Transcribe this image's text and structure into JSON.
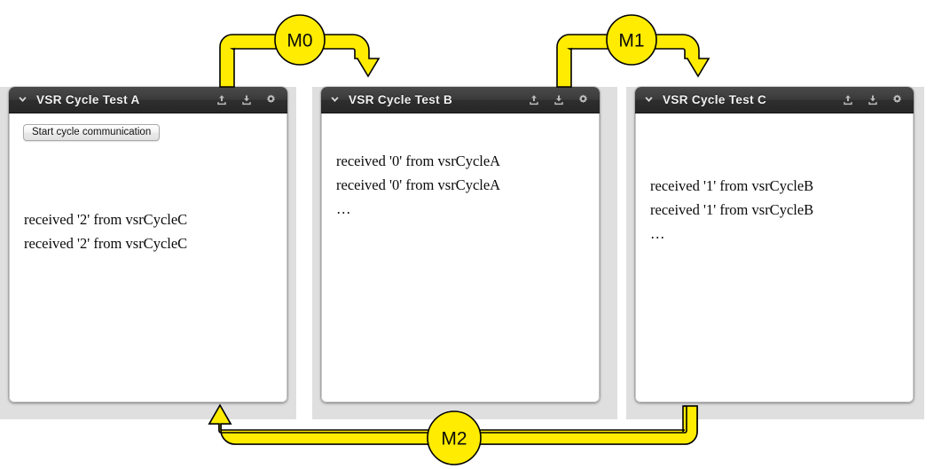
{
  "page": {
    "background_color": "#ffffff",
    "panel_backing_color": "#dfdfdf",
    "accent_color": "#ffec00",
    "header_text_color": "#f2f2f2"
  },
  "panels": [
    {
      "id": "a",
      "title": "VSR Cycle Test A",
      "collapse_icon": "chevron-down-icon",
      "header_icons": [
        "upload-icon",
        "download-icon",
        "gear-icon"
      ],
      "button": {
        "label": "Start cycle communication"
      },
      "log_lines": [
        "received '2' from vsrCycleC",
        "received '2' from vsrCycleC"
      ]
    },
    {
      "id": "b",
      "title": "VSR Cycle Test B",
      "collapse_icon": "chevron-down-icon",
      "header_icons": [
        "upload-icon",
        "download-icon",
        "gear-icon"
      ],
      "button": null,
      "log_lines": [
        "received '0' from vsrCycleA",
        "received '0' from vsrCycleA",
        "…"
      ]
    },
    {
      "id": "c",
      "title": "VSR Cycle Test C",
      "collapse_icon": "chevron-down-icon",
      "header_icons": [
        "upload-icon",
        "download-icon",
        "gear-icon"
      ],
      "button": null,
      "log_lines": [
        "received '1' from vsrCycleB",
        "received '1' from vsrCycleB",
        "…"
      ]
    }
  ],
  "connectors": [
    {
      "id": "m0",
      "label": "M0",
      "from": "VSR Cycle Test A",
      "to": "VSR Cycle Test B",
      "direction": "top-left-to-right"
    },
    {
      "id": "m1",
      "label": "M1",
      "from": "VSR Cycle Test B",
      "to": "VSR Cycle Test C",
      "direction": "top-left-to-right"
    },
    {
      "id": "m2",
      "label": "M2",
      "from": "VSR Cycle Test C",
      "to": "VSR Cycle Test A",
      "direction": "bottom-right-to-left"
    }
  ]
}
